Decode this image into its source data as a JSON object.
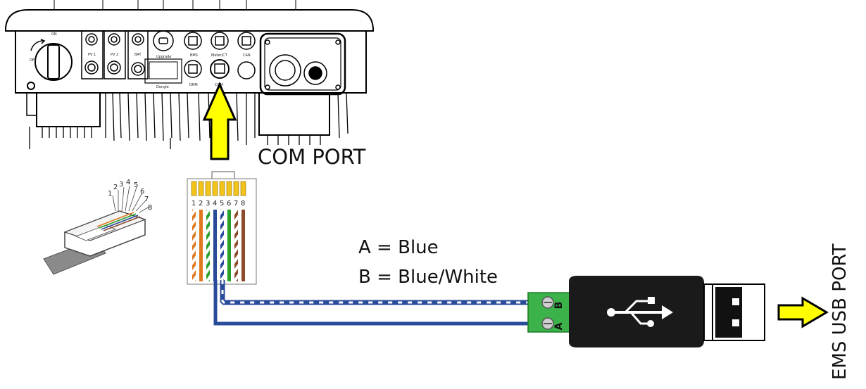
{
  "labels": {
    "com_port": "COM PORT",
    "legend_a": "A = Blue",
    "legend_b": "B = Blue/White",
    "ems_usb_port": "EMS USB PORT"
  },
  "inverter": {
    "switch_on": "ON",
    "switch_off": "OFF",
    "pv1": "PV 1",
    "pv2": "PV 2",
    "bat": "BAT",
    "upgrade": "Upgrade",
    "bms": "BMS",
    "meter_ct": "Meter/CT",
    "can": "CAN",
    "dongle": "Dongle",
    "drm": "DRM",
    "com": "COM"
  },
  "connector": {
    "pins": [
      "1",
      "2",
      "3",
      "4",
      "5",
      "6",
      "7",
      "8"
    ]
  },
  "adapter": {
    "terminal_b": "B",
    "terminal_a": "A"
  },
  "colors": {
    "arrow_fill": "#ffff00",
    "wire_blue": "#2a4a9a",
    "wire_orange": "#e07820",
    "wire_green": "#2aa02a",
    "wire_brown": "#8b4a2a",
    "terminal_green": "#3cb34a",
    "usb_body": "#1a1a1a"
  }
}
